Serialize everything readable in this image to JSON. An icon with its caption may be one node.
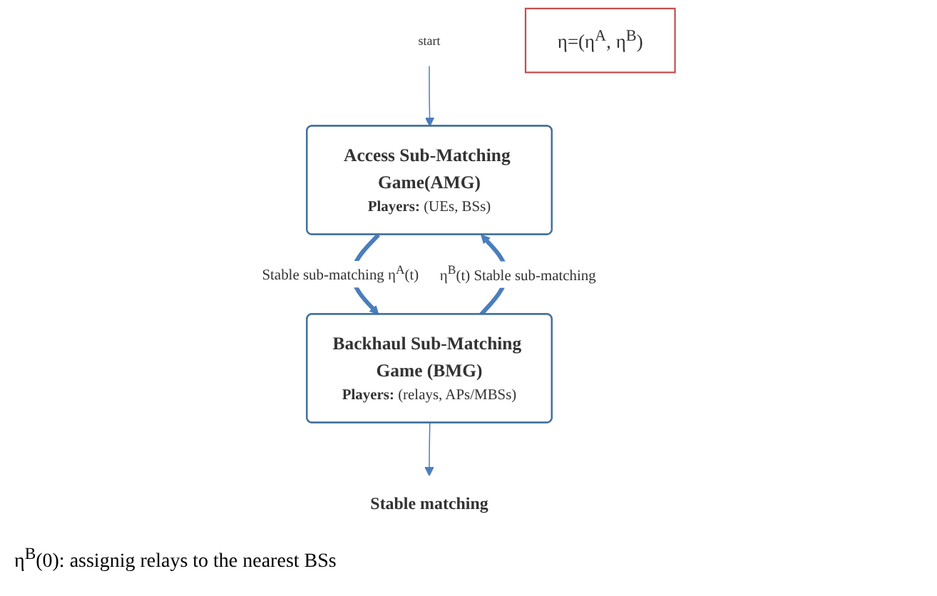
{
  "diagram": {
    "nodes": [
      {
        "text": [
          "start"
        ]
      },
      {
        "text": [
          "Access Sub-Matching Game(AMG)",
          "**Players:** (UEs, BSs)"
        ]
      },
      {
        "text": [
          "Backhaul Sub-Matching Game (BMG)",
          "**Players:** (relays, APs/MBSs)"
        ]
      },
      {
        "text": [
          "Stable matching"
        ]
      },
      {
        "text": [
          "η=(η$^{A}$, η$^{B}$)"
        ]
      }
    ],
    "edges": [
      {
        "from": 0,
        "to": 1,
        "arrow": "to"
      },
      {
        "from": 1,
        "to": 2,
        "arrow": "to",
        "label": "Stable sub-matching η$^{A}$(t)",
        "style": "thick"
      },
      {
        "from": 2,
        "to": 1,
        "arrow": "to",
        "label": "η$^{B}$(t) Stable sub-matching",
        "style": "thick"
      },
      {
        "from": 2,
        "to": 3,
        "arrow": "to"
      }
    ],
    "labels": [
      "η$^{B}$(0): assignig relays to the nearest BSs"
    ]
  }
}
